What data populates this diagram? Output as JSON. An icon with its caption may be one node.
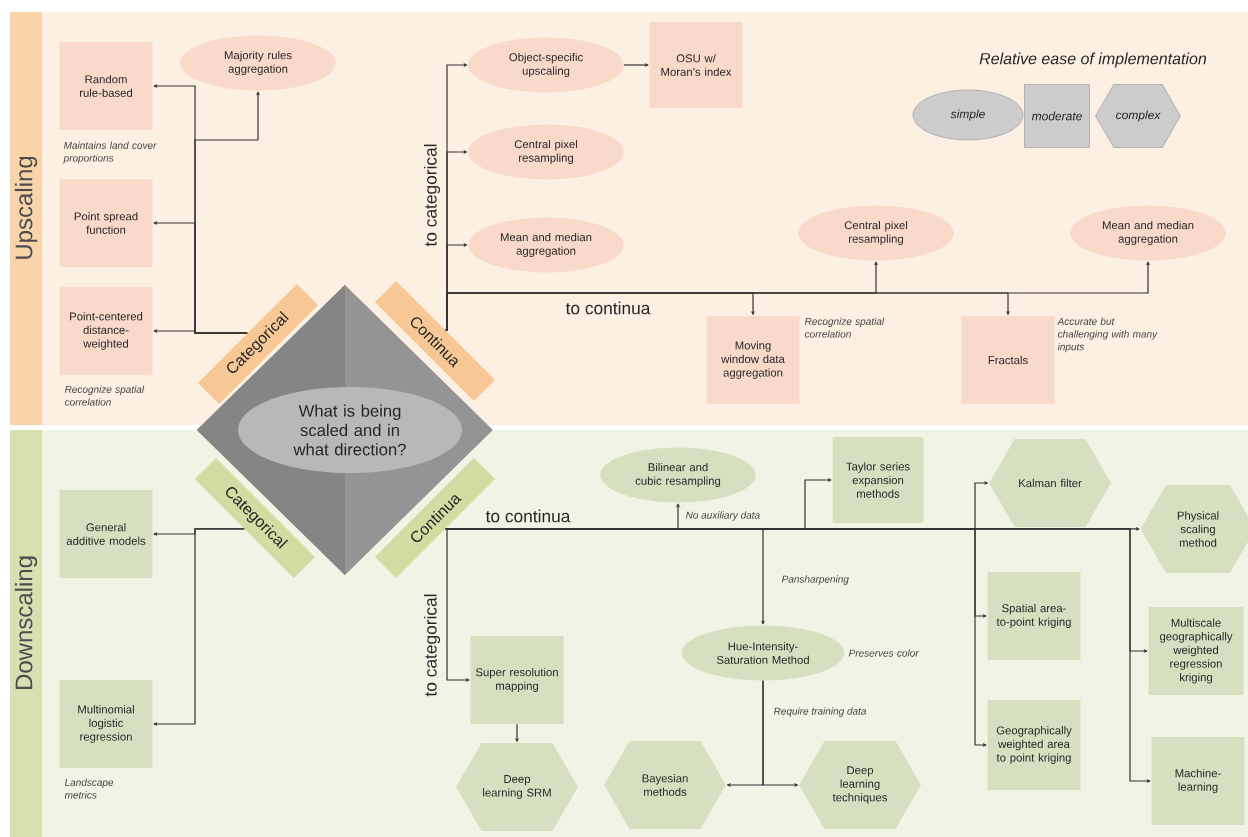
{
  "diagram": {
    "nodes": [
      {
        "text": [
          "Upscaling"
        ]
      },
      {
        "text": [
          "Downscaling"
        ]
      },
      {
        "text": [
          "What is being scaled and in what direction?"
        ]
      },
      {
        "text": [
          "Categorical"
        ],
        "in": 0
      },
      {
        "text": [
          "Continua"
        ],
        "in": 0
      },
      {
        "text": [
          "Categorical"
        ],
        "in": 1
      },
      {
        "text": [
          "Continua"
        ],
        "in": 1
      },
      {
        "text": [
          "Random rule-based"
        ],
        "beside": [
          "Maintains land cover proportions"
        ],
        "in": 0
      },
      {
        "text": [
          "Majority rules aggregation"
        ],
        "in": 0
      },
      {
        "text": [
          "Point spread function"
        ],
        "in": 0
      },
      {
        "text": [
          "Point-centered distance-weighted"
        ],
        "beside": [
          "Recognize spatial correlation"
        ],
        "in": 0
      },
      {
        "text": [
          "Object-specific upscaling"
        ],
        "in": 0
      },
      {
        "text": [
          "OSU w/ Moran’s index"
        ],
        "in": 0
      },
      {
        "text": [
          "Central pixel resampling"
        ],
        "in": 0
      },
      {
        "text": [
          "Mean and median aggregation"
        ],
        "in": 0
      },
      {
        "text": [
          "Central pixel resampling"
        ],
        "in": 0
      },
      {
        "text": [
          "Mean and median aggregation"
        ],
        "in": 0
      },
      {
        "text": [
          "Moving window data aggregation"
        ],
        "beside": [
          "Recognize spatial correlation"
        ],
        "in": 0
      },
      {
        "text": [
          "Fractals"
        ],
        "beside": [
          "Accurate but challenging with many inputs"
        ],
        "in": 0
      },
      {
        "text": [
          "General additive models"
        ],
        "in": 1
      },
      {
        "text": [
          "Multinomial logistic regression"
        ],
        "beside": [
          "Landscape metrics"
        ],
        "in": 1
      },
      {
        "text": [
          "Bilinear and cubic resampling"
        ],
        "in": 1
      },
      {
        "text": [
          "Taylor series expansion methods"
        ],
        "in": 1
      },
      {
        "text": [
          "Kalman filter"
        ],
        "in": 1
      },
      {
        "text": [
          "Physical scaling method"
        ],
        "in": 1
      },
      {
        "text": [
          "Super resolution mapping"
        ],
        "in": 1
      },
      {
        "text": [
          "Deep learning SRM"
        ],
        "in": 1
      },
      {
        "text": [
          "Hue-Intensity-Saturation Method"
        ],
        "beside": [
          "Preserves color"
        ],
        "in": 1
      },
      {
        "text": [
          "Spatial area-to-point kriging"
        ],
        "in": 1
      },
      {
        "text": [
          "Multiscale geographically weighted regression kriging"
        ],
        "in": 1
      },
      {
        "text": [
          "Geographically weighted area to point kriging"
        ],
        "in": 1
      },
      {
        "text": [
          "Bayesian methods"
        ],
        "in": 1
      },
      {
        "text": [
          "Deep learning techniques"
        ],
        "in": 1
      },
      {
        "text": [
          "Machine-learning"
        ],
        "in": 1
      }
    ],
    "edges": [
      {
        "from": 3,
        "to": 7,
        "arrow": "to"
      },
      {
        "from": 3,
        "to": 8,
        "arrow": "to"
      },
      {
        "from": 3,
        "to": 9,
        "arrow": "to"
      },
      {
        "from": 3,
        "to": 10,
        "arrow": "to"
      },
      {
        "from": 4,
        "to": 11,
        "arrow": "to"
      },
      {
        "from": 4,
        "to": 13,
        "arrow": "to"
      },
      {
        "from": 4,
        "to": 14,
        "arrow": "to"
      },
      {
        "from": 11,
        "to": 12,
        "arrow": "to"
      },
      {
        "from": 4,
        "to": 17,
        "arrow": "to"
      },
      {
        "from": 4,
        "to": 15,
        "arrow": "to"
      },
      {
        "from": 4,
        "to": 18,
        "arrow": "to"
      },
      {
        "from": 4,
        "to": 16,
        "arrow": "to"
      },
      {
        "from": 5,
        "to": 19,
        "arrow": "to"
      },
      {
        "from": 5,
        "to": 20,
        "arrow": "to"
      },
      {
        "from": 6,
        "to": 21,
        "arrow": "to",
        "label": "No auxiliary data"
      },
      {
        "from": 6,
        "to": 22,
        "arrow": "to"
      },
      {
        "from": 6,
        "to": 27,
        "arrow": "to",
        "label": "Pansharpening"
      },
      {
        "from": 6,
        "to": 23,
        "arrow": "to"
      },
      {
        "from": 6,
        "to": 28,
        "arrow": "to"
      },
      {
        "from": 6,
        "to": 30,
        "arrow": "to"
      },
      {
        "from": 6,
        "to": 24,
        "arrow": "to"
      },
      {
        "from": 6,
        "to": 29,
        "arrow": "to"
      },
      {
        "from": 6,
        "to": 33,
        "arrow": "to"
      },
      {
        "from": 6,
        "to": 25,
        "arrow": "to"
      },
      {
        "from": 25,
        "to": 26,
        "arrow": "to"
      },
      {
        "from": 27,
        "to": 31,
        "arrow": "to",
        "label": "Require training data"
      },
      {
        "from": 27,
        "to": 32,
        "arrow": "to"
      }
    ],
    "labels": [
      "Relative ease of implementation",
      "to categorical",
      "to continua",
      "to continua",
      "to categorical"
    ],
    "legend": [
      {
        "text": "simple"
      },
      {
        "text": "moderate"
      },
      {
        "text": "complex"
      }
    ]
  }
}
